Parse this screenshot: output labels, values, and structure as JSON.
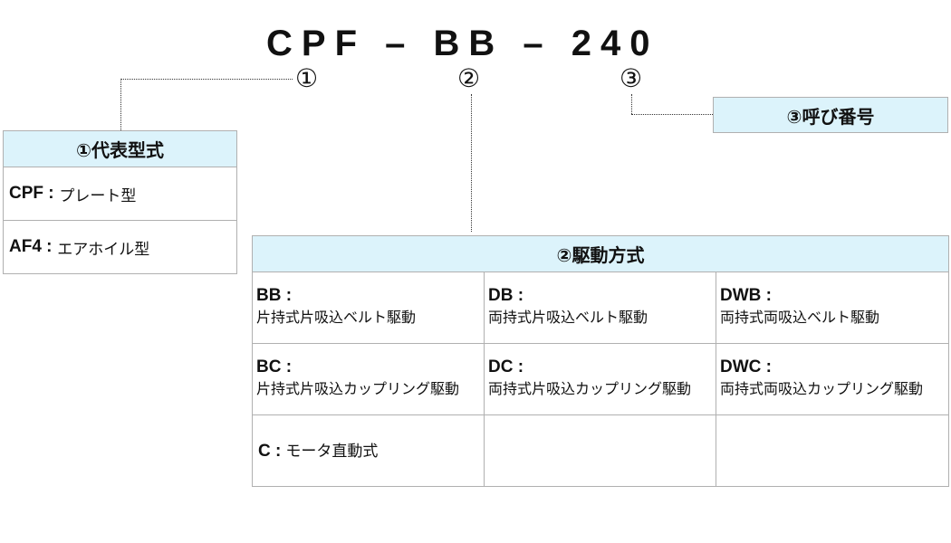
{
  "model_code": "CPF – BB – 240",
  "markers": [
    "①",
    "②",
    "③"
  ],
  "box1": {
    "title": "①代表型式",
    "rows": [
      {
        "code": "CPF :",
        "desc": "プレート型"
      },
      {
        "code": "AF4 :",
        "desc": "エアホイル型"
      }
    ]
  },
  "box2": {
    "title": "②駆動方式",
    "cells": [
      {
        "code": "BB :",
        "desc": "片持式片吸込ベルト駆動"
      },
      {
        "code": "DB :",
        "desc": "両持式片吸込ベルト駆動"
      },
      {
        "code": "DWB :",
        "desc": "両持式両吸込ベルト駆動"
      },
      {
        "code": "BC :",
        "desc": "片持式片吸込カップリング駆動"
      },
      {
        "code": "DC :",
        "desc": "両持式片吸込カップリング駆動"
      },
      {
        "code": "DWC :",
        "desc": "両持式両吸込カップリング駆動"
      },
      {
        "code": "C :",
        "desc": "モータ直動式"
      },
      {
        "code": "",
        "desc": ""
      },
      {
        "code": "",
        "desc": ""
      }
    ]
  },
  "box3": {
    "title": "③呼び番号"
  }
}
